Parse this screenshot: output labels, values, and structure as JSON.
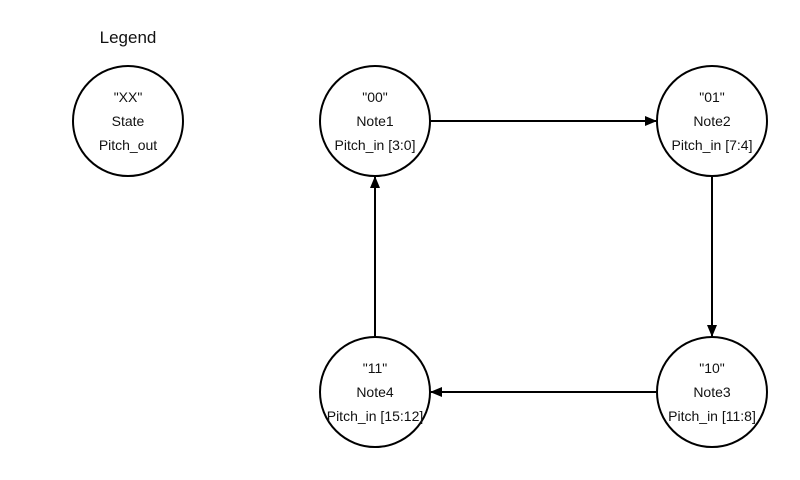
{
  "legend": {
    "title": "Legend",
    "code": "\"XX\"",
    "name": "State",
    "pitch": "Pitch_out"
  },
  "states": [
    {
      "code": "\"00\"",
      "name": "Note1",
      "pitch": "Pitch_in [3:0]"
    },
    {
      "code": "\"01\"",
      "name": "Note2",
      "pitch": "Pitch_in [7:4]"
    },
    {
      "code": "\"10\"",
      "name": "Note3",
      "pitch": "Pitch_in [11:8]"
    },
    {
      "code": "\"11\"",
      "name": "Note4",
      "pitch": "Pitch_in [15:12]"
    }
  ],
  "transitions": [
    {
      "from": "\"00\"",
      "to": "\"01\""
    },
    {
      "from": "\"01\"",
      "to": "\"10\""
    },
    {
      "from": "\"10\"",
      "to": "\"11\""
    },
    {
      "from": "\"11\"",
      "to": "\"00\""
    }
  ],
  "colors": {
    "stroke": "#000000",
    "background": "#ffffff",
    "text": "#111111"
  }
}
